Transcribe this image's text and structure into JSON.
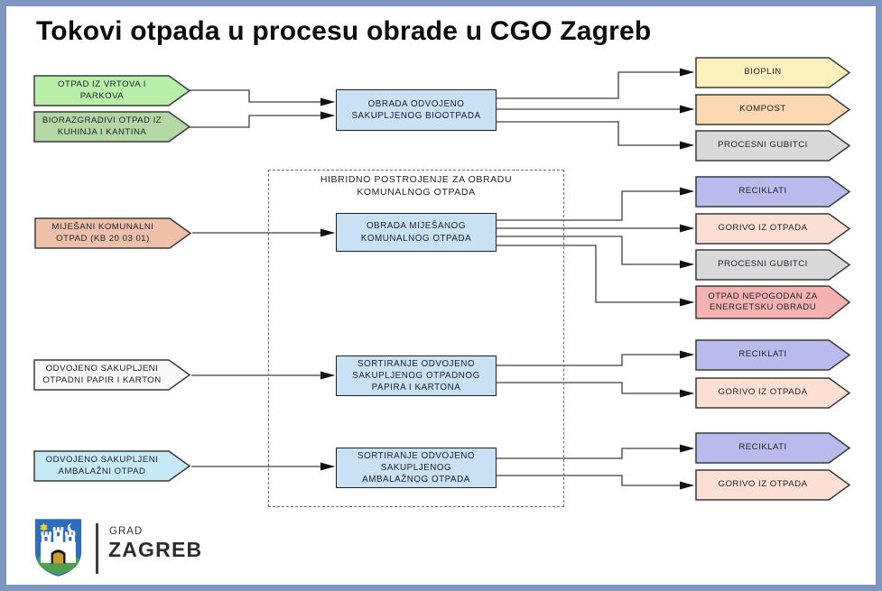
{
  "page": {
    "title": "Tokovi otpada u procesu obrade u CGO Zagreb",
    "title_color": "#0d0d0d",
    "frame_color": "#7e97c0",
    "line_color": "#3f3f3f"
  },
  "hybrid_box": {
    "label": "HIBRIDNO POSTROJENJE ZA OBRADU\nKOMUNALNOG OTPADA"
  },
  "nodes": {
    "inputs": [
      {
        "id": "garden-park-waste",
        "label": "OTPAD IZ VRTOVA I\nPARKOVA",
        "color": "#b8f0aa"
      },
      {
        "id": "biodegradable-kitchen-waste",
        "label": "BIORAZGRADIVI OTPAD IZ\nKUHINJA I KANTINA",
        "color": "#b3d8a5"
      },
      {
        "id": "mixed-municipal-waste",
        "label": "MIJEŠANI KOMUNALNI\nOTPAD (KB 20 03 01)",
        "color": "#eec0aa"
      },
      {
        "id": "separately-collected-paper",
        "label": "ODVOJENO SAKUPLJENI\nOTPADNI PAPIR I KARTON",
        "color": "#f8f8f8"
      },
      {
        "id": "separately-collected-packaging",
        "label": "ODVOJENO SAKUPLJENI\nAMBALAŽNI OTPAD",
        "color": "#c5e9f7"
      }
    ],
    "processes": [
      {
        "id": "bio-treatment",
        "label": "OBRADA ODVOJENO\nSAKUPLJENOG BIOOTPADA",
        "color": "#c9e1f5"
      },
      {
        "id": "mixed-treatment",
        "label": "OBRADA MIJEŠANOG\nKOMUNALNOG OTPADA",
        "color": "#c9e1f5"
      },
      {
        "id": "paper-sorting",
        "label": "SORTIRANJE ODVOJENO\nSAKUPLJENOG OTPADNOG\nPAPIRA I KARTONA",
        "color": "#c9e1f5"
      },
      {
        "id": "packaging-sorting",
        "label": "SORTIRANJE ODVOJENO\nSAKUPLJENOG\nAMBALAŽNOG OTPADA",
        "color": "#c9e1f5"
      }
    ],
    "outputs": [
      {
        "id": "bioplin",
        "label": "BIOPLIN",
        "color": "#fcf1bd"
      },
      {
        "id": "kompost",
        "label": "KOMPOST",
        "color": "#f9d8b2"
      },
      {
        "id": "process-losses-bio",
        "label": "PROCESNI GUBITCI",
        "color": "#d9d9d9"
      },
      {
        "id": "reciklati-mixed",
        "label": "RECIKLATI",
        "color": "#bbbaec"
      },
      {
        "id": "rdf-mixed",
        "label": "GORIVO IZ OTPADA",
        "color": "#fadfd2"
      },
      {
        "id": "process-losses-mixed",
        "label": "PROCESNI GUBITCI",
        "color": "#d9d9d9"
      },
      {
        "id": "unsuitable-for-energy",
        "label": "OTPAD NEPOGODAN ZA\nENERGETSKU OBRADU",
        "color": "#f6b1b1"
      },
      {
        "id": "reciklati-paper",
        "label": "RECIKLATI",
        "color": "#bbbaec"
      },
      {
        "id": "rdf-paper",
        "label": "GORIVO IZ OTPADA",
        "color": "#fadfd2"
      },
      {
        "id": "reciklati-packaging",
        "label": "RECIKLATI",
        "color": "#bbbaec"
      },
      {
        "id": "rdf-packaging",
        "label": "GORIVO IZ OTPADA",
        "color": "#fadfd2"
      }
    ]
  },
  "flows": [
    {
      "from": "garden-park-waste",
      "to": "bio-treatment"
    },
    {
      "from": "biodegradable-kitchen-waste",
      "to": "bio-treatment"
    },
    {
      "from": "bio-treatment",
      "to": "bioplin"
    },
    {
      "from": "bio-treatment",
      "to": "kompost"
    },
    {
      "from": "bio-treatment",
      "to": "process-losses-bio"
    },
    {
      "from": "mixed-municipal-waste",
      "to": "mixed-treatment"
    },
    {
      "from": "mixed-treatment",
      "to": "reciklati-mixed"
    },
    {
      "from": "mixed-treatment",
      "to": "rdf-mixed"
    },
    {
      "from": "mixed-treatment",
      "to": "process-losses-mixed"
    },
    {
      "from": "mixed-treatment",
      "to": "unsuitable-for-energy"
    },
    {
      "from": "separately-collected-paper",
      "to": "paper-sorting"
    },
    {
      "from": "paper-sorting",
      "to": "reciklati-paper"
    },
    {
      "from": "paper-sorting",
      "to": "rdf-paper"
    },
    {
      "from": "separately-collected-packaging",
      "to": "packaging-sorting"
    },
    {
      "from": "packaging-sorting",
      "to": "reciklati-packaging"
    },
    {
      "from": "packaging-sorting",
      "to": "rdf-packaging"
    }
  ],
  "footer": {
    "org_name_small": "GRAD",
    "org_name_large": "ZAGREB",
    "coat_of_arms": {
      "shield_blue": "#2d6cbd",
      "star_yellow": "#f6d41c",
      "hill_green": "#4f9e4e",
      "door_gold": "#c9a02d"
    }
  }
}
